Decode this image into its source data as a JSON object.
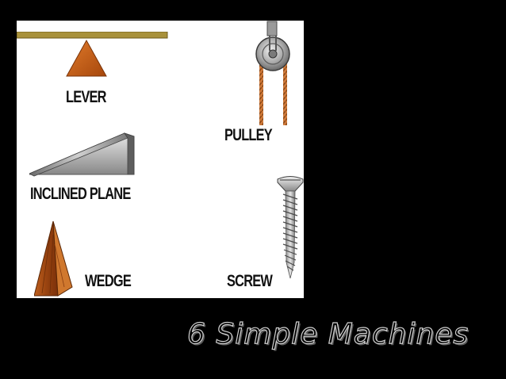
{
  "slide": {
    "title": "6 Simple Machines",
    "background_color": "#000000",
    "panel_color": "#ffffff"
  },
  "machines": [
    {
      "label": "LEVER",
      "icon": "lever-icon"
    },
    {
      "label": "PULLEY",
      "icon": "pulley-icon"
    },
    {
      "label": "INCLINED PLANE",
      "icon": "inclined-plane-icon"
    },
    {
      "label": "WEDGE",
      "icon": "wedge-icon"
    },
    {
      "label": "SCREW",
      "icon": "screw-icon"
    }
  ]
}
